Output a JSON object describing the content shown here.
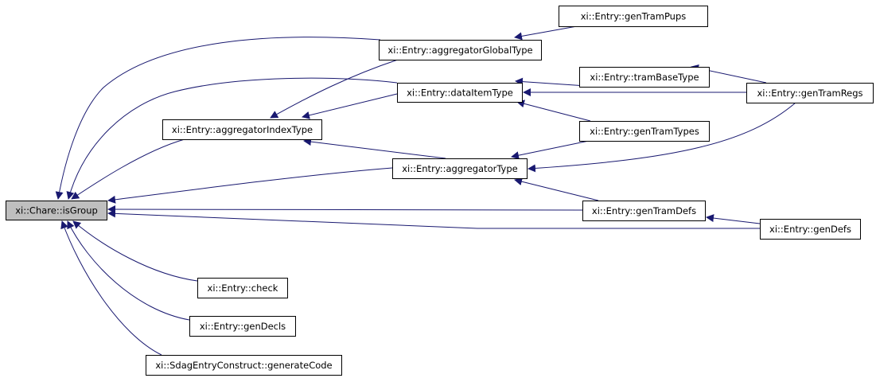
{
  "diagram": {
    "type": "call-graph",
    "edge_color": "#191970",
    "node_border_color": "#000000",
    "root_fill": "#bfbfbf",
    "node_fill": "#ffffff",
    "nodes": [
      {
        "id": "isGroup",
        "label": "xi::Chare::isGroup",
        "root": true
      },
      {
        "id": "genTramPups",
        "label": "xi::Entry::genTramPups"
      },
      {
        "id": "aggregatorGlobalType",
        "label": "xi::Entry::aggregatorGlobalType"
      },
      {
        "id": "tramBaseType",
        "label": "xi::Entry::tramBaseType"
      },
      {
        "id": "dataItemType",
        "label": "xi::Entry::dataItemType"
      },
      {
        "id": "genTramRegs",
        "label": "xi::Entry::genTramRegs"
      },
      {
        "id": "aggregatorIndexType",
        "label": "xi::Entry::aggregatorIndexType"
      },
      {
        "id": "genTramTypes",
        "label": "xi::Entry::genTramTypes"
      },
      {
        "id": "aggregatorType",
        "label": "xi::Entry::aggregatorType"
      },
      {
        "id": "genTramDefs",
        "label": "xi::Entry::genTramDefs"
      },
      {
        "id": "genDefs",
        "label": "xi::Entry::genDefs"
      },
      {
        "id": "check",
        "label": "xi::Entry::check"
      },
      {
        "id": "genDecls",
        "label": "xi::Entry::genDecls"
      },
      {
        "id": "generateCode",
        "label": "xi::SdagEntryConstruct::generateCode"
      }
    ],
    "edges": [
      {
        "from": "aggregatorGlobalType",
        "to": "isGroup"
      },
      {
        "from": "dataItemType",
        "to": "isGroup"
      },
      {
        "from": "aggregatorIndexType",
        "to": "isGroup"
      },
      {
        "from": "aggregatorType",
        "to": "isGroup"
      },
      {
        "from": "genTramDefs",
        "to": "isGroup"
      },
      {
        "from": "genDefs",
        "to": "isGroup"
      },
      {
        "from": "check",
        "to": "isGroup"
      },
      {
        "from": "genDecls",
        "to": "isGroup"
      },
      {
        "from": "generateCode",
        "to": "isGroup"
      },
      {
        "from": "genTramPups",
        "to": "aggregatorGlobalType"
      },
      {
        "from": "aggregatorGlobalType",
        "to": "aggregatorIndexType"
      },
      {
        "from": "dataItemType",
        "to": "aggregatorIndexType"
      },
      {
        "from": "aggregatorType",
        "to": "aggregatorIndexType"
      },
      {
        "from": "tramBaseType",
        "to": "dataItemType"
      },
      {
        "from": "genTramRegs",
        "to": "dataItemType"
      },
      {
        "from": "genTramTypes",
        "to": "dataItemType"
      },
      {
        "from": "genTramRegs",
        "to": "tramBaseType"
      },
      {
        "from": "genTramTypes",
        "to": "aggregatorType"
      },
      {
        "from": "genTramRegs",
        "to": "aggregatorType"
      },
      {
        "from": "genTramDefs",
        "to": "aggregatorType"
      },
      {
        "from": "genDefs",
        "to": "genTramDefs"
      }
    ]
  }
}
